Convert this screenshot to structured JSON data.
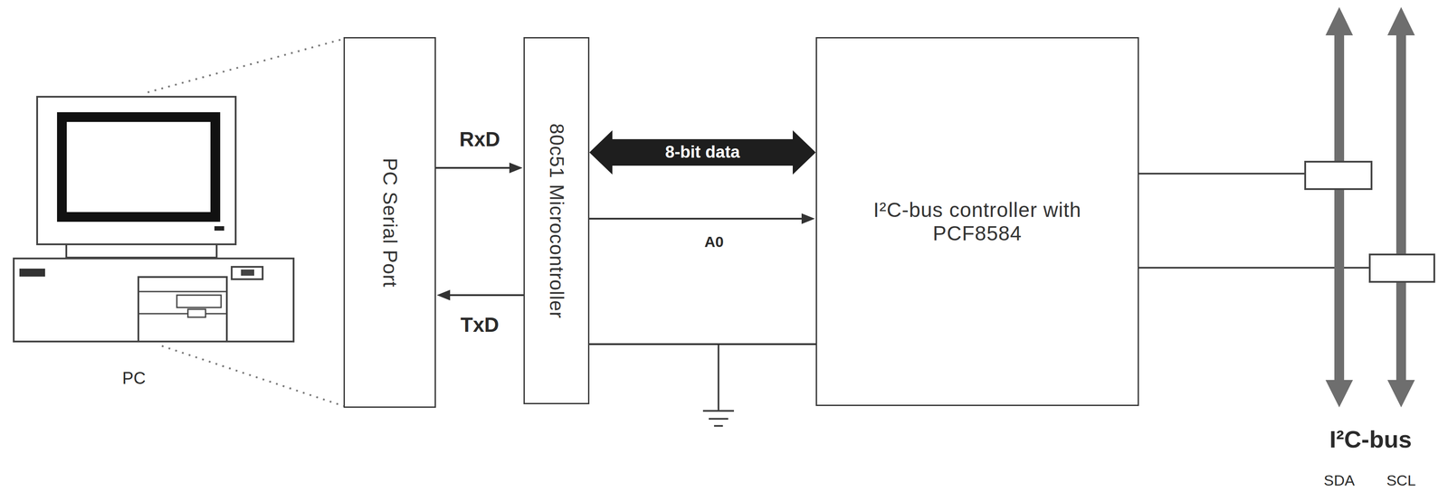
{
  "diagram": {
    "nodes": [
      {
        "text": [
          "PC Serial Port"
        ]
      },
      {
        "text": [
          "80c51 Microcontroller"
        ]
      },
      {
        "text": [
          "I²C-bus controller with PCF8584"
        ]
      }
    ],
    "edges": [
      {
        "from": 0,
        "to": 1,
        "arrow": "to",
        "label": "RxD"
      },
      {
        "from": 1,
        "to": 0,
        "arrow": "to",
        "label": "TxD"
      },
      {
        "from": 1,
        "to": 2,
        "arrow": "both",
        "label": "8-bit data"
      },
      {
        "from": 1,
        "to": 2,
        "arrow": "to",
        "label": "A0"
      },
      {
        "from": 1,
        "to": 2,
        "arrow": "none"
      }
    ],
    "labels": [
      "PC",
      "I²C-bus",
      "SDA",
      "SCL"
    ]
  }
}
